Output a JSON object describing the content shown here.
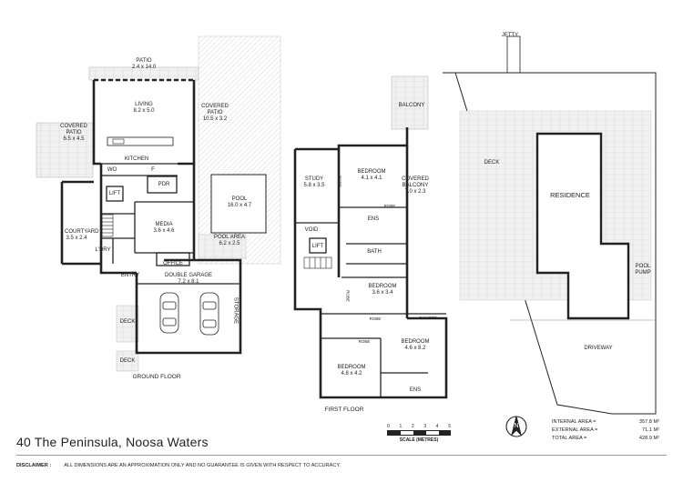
{
  "address": "40 The Peninsula, Noosa Waters",
  "disclaimer": {
    "label": "DISCLAIMER :",
    "text": "ALL DIMENSIONS ARE AN APPROXIMATION ONLY AND NO GUARANTEE IS GIVEN WITH RESPECT TO ACCURACY."
  },
  "areas": {
    "internal_label": "INTERNAL AREA =",
    "internal_value": "357.8 m²",
    "external_label": "EXTERNAL AREA =",
    "external_value": "71.1 m²",
    "total_label": "TOTAL AREA =",
    "total_value": "428.9 m²"
  },
  "scale": {
    "ticks": [
      "0",
      "1",
      "2",
      "3",
      "4",
      "5"
    ],
    "caption": "SCALE (METRES)"
  },
  "compass": "N",
  "floors": {
    "ground": "GROUND FLOOR",
    "first": "FIRST FLOOR"
  },
  "ground_rooms": {
    "patio": {
      "name": "PATIO",
      "dim": "2.4 x 14.0"
    },
    "living": {
      "name": "LIVING",
      "dim": "8.2 x 5.0"
    },
    "covered_patio_right": {
      "name": "COVERED PATIO",
      "dim": "10.5 x 3.2"
    },
    "covered_patio_left": {
      "name": "COVERED PATIO",
      "dim": "6.5 x 4.5"
    },
    "kitchen": {
      "name": "KITCHEN"
    },
    "pdr": {
      "name": "PDR"
    },
    "lift": {
      "name": "LIFT"
    },
    "media": {
      "name": "MEDIA",
      "dim": "3.6 x 4.6"
    },
    "pool": {
      "name": "POOL",
      "dim": "16.0 x 4.7"
    },
    "pool_area": {
      "name": "POOL AREA",
      "dim": "6.2 x 2.5"
    },
    "courtyard": {
      "name": "COURTYARD",
      "dim": "3.5 x 2.4"
    },
    "ldry": {
      "name": "L'DRY"
    },
    "office": {
      "name": "OFFICE"
    },
    "entry": {
      "name": "ENTRY"
    },
    "garage": {
      "name": "DOUBLE GARAGE",
      "dim": "7.2 x 8.1"
    },
    "storage": {
      "name": "STORAGE"
    },
    "deck1": {
      "name": "DECK"
    },
    "deck2": {
      "name": "DECK"
    },
    "wo": {
      "name": "WO"
    },
    "f": {
      "name": "F"
    }
  },
  "first_rooms": {
    "balcony": {
      "name": "BALCONY"
    },
    "study": {
      "name": "STUDY",
      "dim": "5.8 x 3.5"
    },
    "bedroom1": {
      "name": "BEDROOM",
      "dim": "4.1 x 4.1"
    },
    "covered_balcony": {
      "name": "COVERED BALCONY",
      "dim": "7.0 x 2.3"
    },
    "robe1": {
      "name": "ROBE"
    },
    "robe2": {
      "name": "ROBE"
    },
    "robe3": {
      "name": "ROBE"
    },
    "robe4": {
      "name": "ROBE"
    },
    "robe5": {
      "name": "ROBE"
    },
    "ens1": {
      "name": "ENS"
    },
    "void": {
      "name": "VOID"
    },
    "lift": {
      "name": "LIFT"
    },
    "bath": {
      "name": "BATH"
    },
    "bedroom2": {
      "name": "BEDROOM",
      "dim": "3.6 x 3.4"
    },
    "day_bed": {
      "name": "DAY BED"
    },
    "bedroom3": {
      "name": "BEDROOM",
      "dim": "4.6 x 8.2"
    },
    "bedroom4": {
      "name": "BEDROOM",
      "dim": "4.8 x 4.2"
    },
    "ens2": {
      "name": "ENS"
    }
  },
  "site": {
    "jetty": "JETTY",
    "deck": "DECK",
    "residence": "RESIDENCE",
    "pool_pump": "POOL PUMP",
    "driveway": "DRIVEWAY"
  }
}
